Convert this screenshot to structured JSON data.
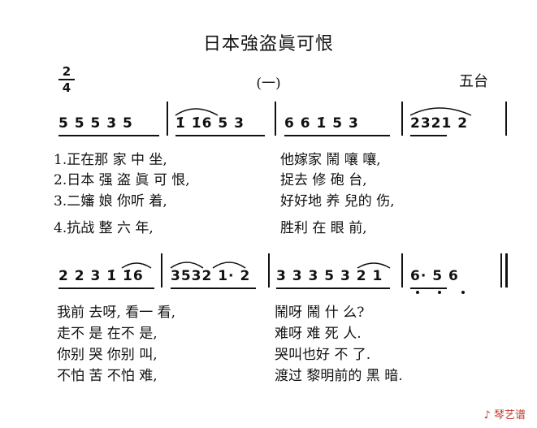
{
  "title": "日本強盗眞可恨",
  "subtitle": "(一)",
  "origin": "五台",
  "time_signature": {
    "top": "2",
    "bottom": "4"
  },
  "system1": {
    "measures": [
      "5 5 5  3 5",
      "1̇ 1̇6  5 3",
      "6 6 1̇  5 3",
      "2321  2"
    ],
    "lyrics": [
      [
        "1.正在那  家 中   坐,",
        "他嫁家 鬧 嚷   嚷,"
      ],
      [
        "2.日本   强 盗  眞 可  恨,",
        "捉去   修 砲   台,"
      ],
      [
        "3.二嬸   娘    你听  着,",
        "好好地 养 兒的  伤,"
      ],
      [
        "4.抗战    整 六   年,",
        "胜利   在 眼   前,"
      ]
    ]
  },
  "system2": {
    "measures": [
      "2 2 3  1̇ 1̇6",
      "3532  1· 2",
      "3 3 3 5 3 2 1",
      "6· 5  6"
    ],
    "lyrics": [
      [
        "我前  去呀,   看一  看,",
        "鬧呀  鬧  什     么?"
      ],
      [
        "走不  是      在不  是,",
        "难呀  难  死     人."
      ],
      [
        "你别  哭      你别  叫,",
        "哭叫也好  不     了."
      ],
      [
        "不怕  苦      不怕  难,",
        "渡过  黎明前的  黑      暗."
      ]
    ]
  },
  "watermark": "琴艺谱"
}
